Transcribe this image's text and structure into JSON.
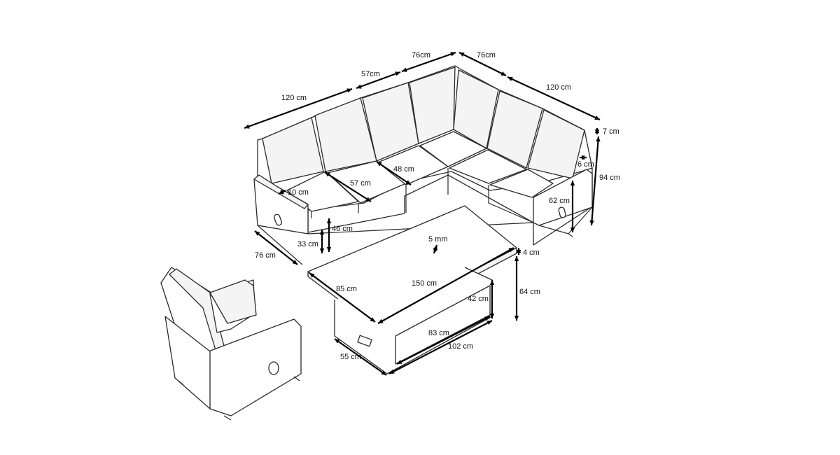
{
  "diagram": {
    "dimensions": {
      "sofa_top_left": "120 cm",
      "sofa_top_mid1": "57cm",
      "sofa_top_mid2": "76cm",
      "sofa_top_mid3": "76cm",
      "sofa_top_right": "120 cm",
      "cushion_top": "7 cm",
      "overall_height": "94 cm",
      "armrest_width": "6 cm",
      "armrest_height": "62 cm",
      "left_arm_width": "10 cm",
      "seat_depth": "57 cm",
      "seat_width": "48 cm",
      "seat_height": "46 cm",
      "frame_height": "33 cm",
      "sofa_depth": "76 cm",
      "table_top_thickness": "5 mm",
      "table_top_offset": "4 cm",
      "table_length": "150 cm",
      "table_width": "85 cm",
      "table_height": "64 cm",
      "table_base_height": "42 cm",
      "table_base_inner": "83 cm",
      "table_base_length": "102 cm",
      "table_base_width": "55 cm"
    }
  }
}
